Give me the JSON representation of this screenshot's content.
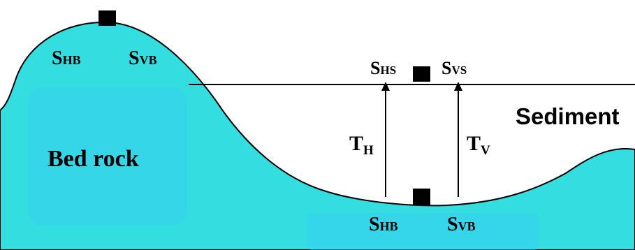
{
  "colors": {
    "bedrock_fill": "#33DDE0",
    "bedrock_highlight": "#36CFF2",
    "outline": "#000000",
    "station": "#000000",
    "background": "#FFFFFF"
  },
  "labels": {
    "bed_rock": "Bed rock",
    "sediment": "Sediment",
    "top_station": {
      "h": {
        "main": "S",
        "sub": "HB"
      },
      "v": {
        "main": "S",
        "sub": "VB"
      }
    },
    "surface_station": {
      "h": {
        "main": "S",
        "sub": "HS"
      },
      "v": {
        "main": "S",
        "sub": "VS"
      }
    },
    "bottom_station": {
      "h": {
        "main": "S",
        "sub": "HB"
      },
      "v": {
        "main": "S",
        "sub": "VB"
      }
    },
    "travel_time_h": {
      "main": "T",
      "sub": "H"
    },
    "travel_time_v": {
      "main": "T",
      "sub": "V"
    }
  }
}
